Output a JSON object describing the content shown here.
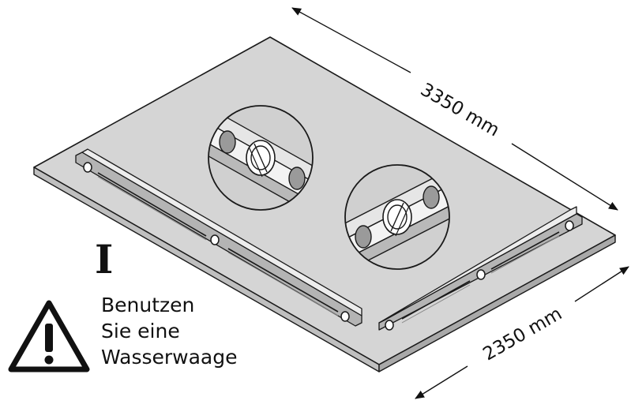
{
  "dimensions": {
    "length": "3350 mm",
    "width": "2350 mm"
  },
  "step": {
    "label": "I"
  },
  "warning": {
    "icon": "warning-triangle-icon",
    "lines": [
      "Benutzen",
      "Sie eine",
      "Wasserwaage"
    ]
  }
}
